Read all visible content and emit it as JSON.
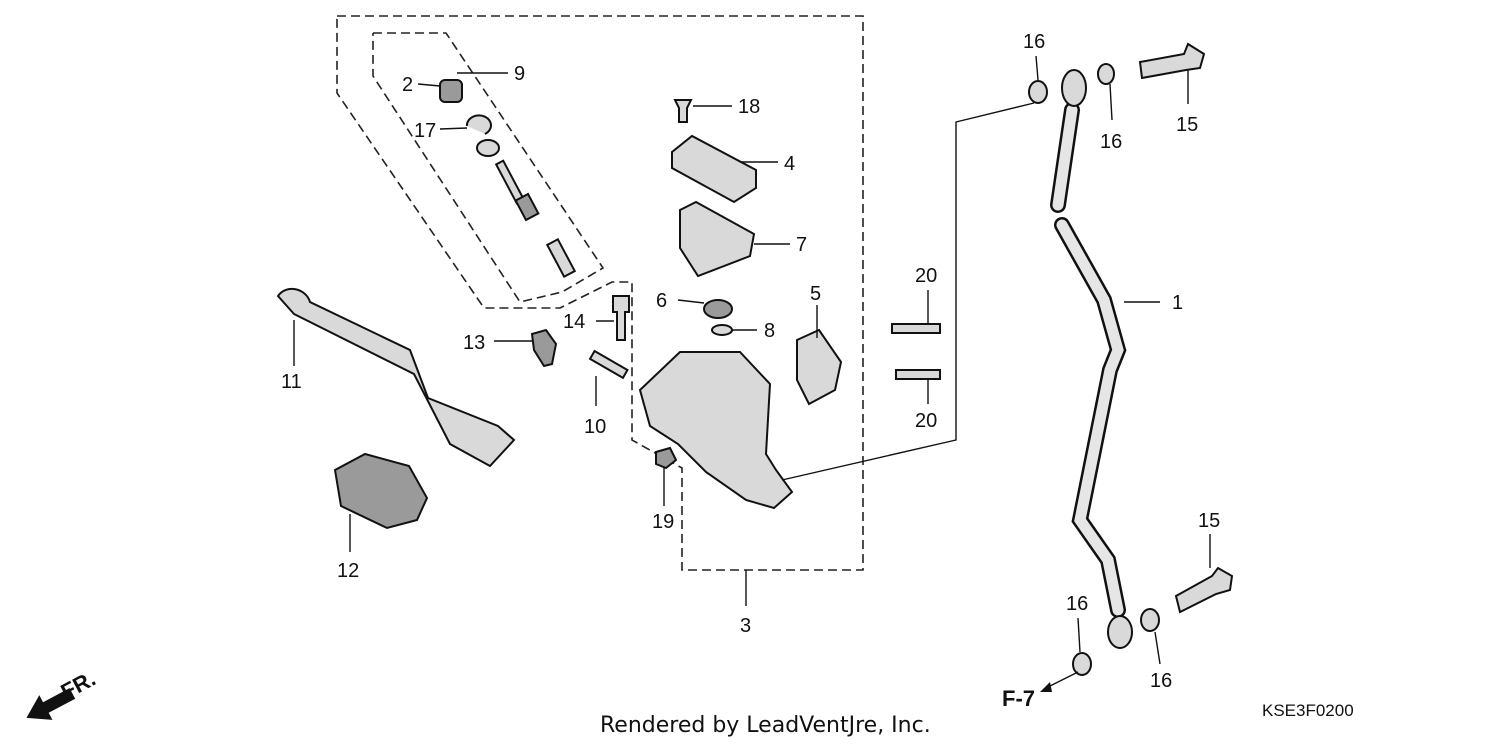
{
  "callouts": {
    "c1": "1",
    "c2": "2",
    "c3": "3",
    "c4": "4",
    "c5": "5",
    "c6": "6",
    "c7": "7",
    "c8": "8",
    "c9": "9",
    "c10": "10",
    "c11": "11",
    "c12": "12",
    "c13": "13",
    "c14": "14",
    "c15a": "15",
    "c15b": "15",
    "c16a": "16",
    "c16b": "16",
    "c16c": "16",
    "c16d": "16",
    "c17": "17",
    "c18": "18",
    "c19": "19",
    "c20a": "20",
    "c20b": "20"
  },
  "direction_label": "FR.",
  "section_ref": "F-7",
  "footer_credit": "Rendered by LeadVentJre, Inc.",
  "diagram_code": "KSE3F0200"
}
